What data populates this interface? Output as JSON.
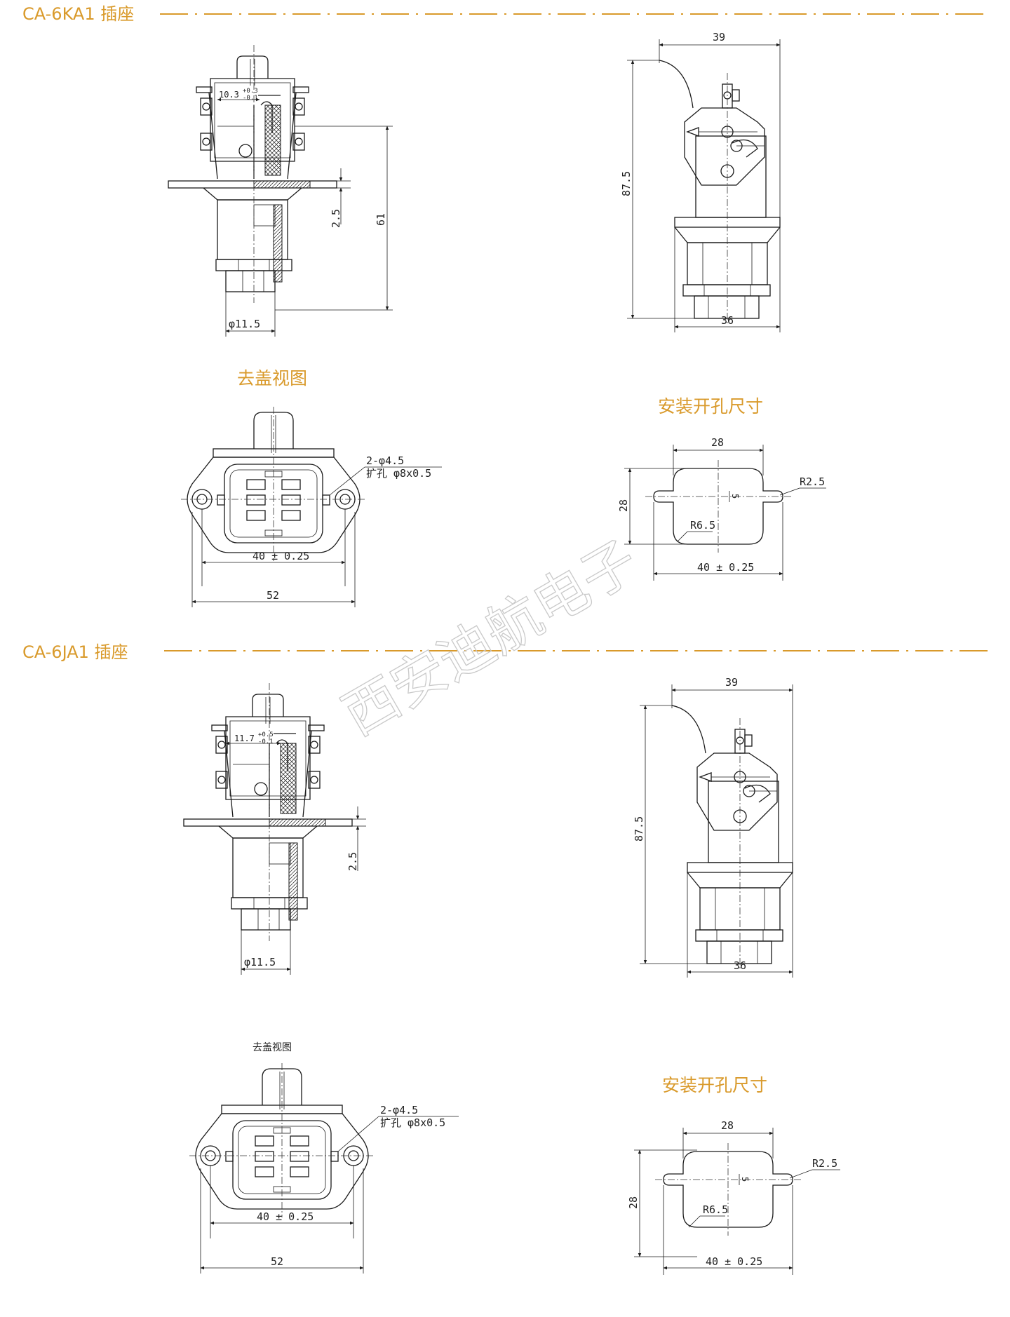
{
  "sections": [
    {
      "title": "CA-6KA1 插座",
      "side_view": {
        "width_top": "39",
        "width_bottom": "36",
        "height": "87.5"
      },
      "front_section": {
        "bore_tol_main": "10.3",
        "bore_tol_upper": "+0.3",
        "bore_tol_lower": "-0.1",
        "flange_thickness": "2.5",
        "height": "61",
        "diameter": "φ11.5"
      },
      "uncovered_view": {
        "label": "去盖视图",
        "hole_spec_line1": "2-φ4.5",
        "hole_spec_line2": "扩孔 φ8x0.5",
        "hole_spacing": "40 ± 0.25",
        "overall_width": "52"
      },
      "mounting_cutout": {
        "label": "安装开孔尺寸",
        "width_top": "28",
        "height_left": "28",
        "slot_radius": "R2.5",
        "corner_radius": "R6.5",
        "slot_width": "5",
        "slot_spacing": "40 ± 0.25"
      }
    },
    {
      "title": "CA-6JA1 插座",
      "side_view": {
        "width_top": "39",
        "width_bottom": "36",
        "height": "87.5"
      },
      "front_section": {
        "bore_tol_main": "11.7",
        "bore_tol_upper": "+0.5",
        "bore_tol_lower": "-0.1",
        "flange_thickness": "2.5",
        "diameter": "φ11.5"
      },
      "uncovered_view": {
        "label": "去盖视图",
        "hole_spec_line1": "2-φ4.5",
        "hole_spec_line2": "扩孔 φ8x0.5",
        "hole_spacing": "40 ± 0.25",
        "overall_width": "52"
      },
      "mounting_cutout": {
        "label": "安装开孔尺寸",
        "width_top": "28",
        "height_left": "28",
        "slot_radius": "R2.5",
        "corner_radius": "R6.5",
        "slot_width": "5",
        "slot_spacing": "40 ± 0.25"
      }
    }
  ],
  "watermark": "西安迪航电子",
  "colors": {
    "accent": "#d99a2b",
    "ink": "#1a1a1a",
    "watermark": "#c9c9c9"
  }
}
